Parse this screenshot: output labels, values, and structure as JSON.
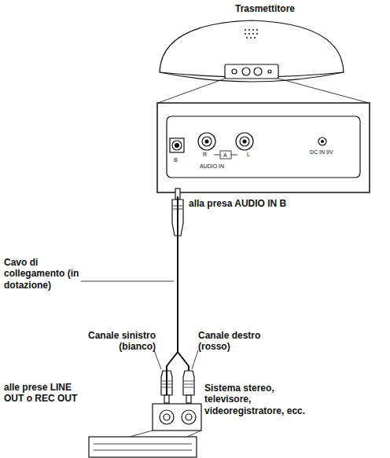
{
  "diagram": {
    "nodes": [
      {
        "text": [
          "Trasmettitore"
        ]
      },
      {
        "text": [
          "Sistema stereo, televisore, videoregistratore, ecc."
        ]
      }
    ],
    "edges": [
      {
        "from": 0,
        "to": 1,
        "arrow": "none"
      }
    ],
    "labels": [
      "B",
      "R",
      "A",
      "L",
      "AUDIO IN",
      "DC IN 9V",
      "alla presa AUDIO IN B",
      "Cavo di collegamento (in dotazione)",
      "Canale sinistro (bianco)",
      "Canale destro (rosso)",
      "alle prese LINE OUT o REC OUT"
    ]
  }
}
